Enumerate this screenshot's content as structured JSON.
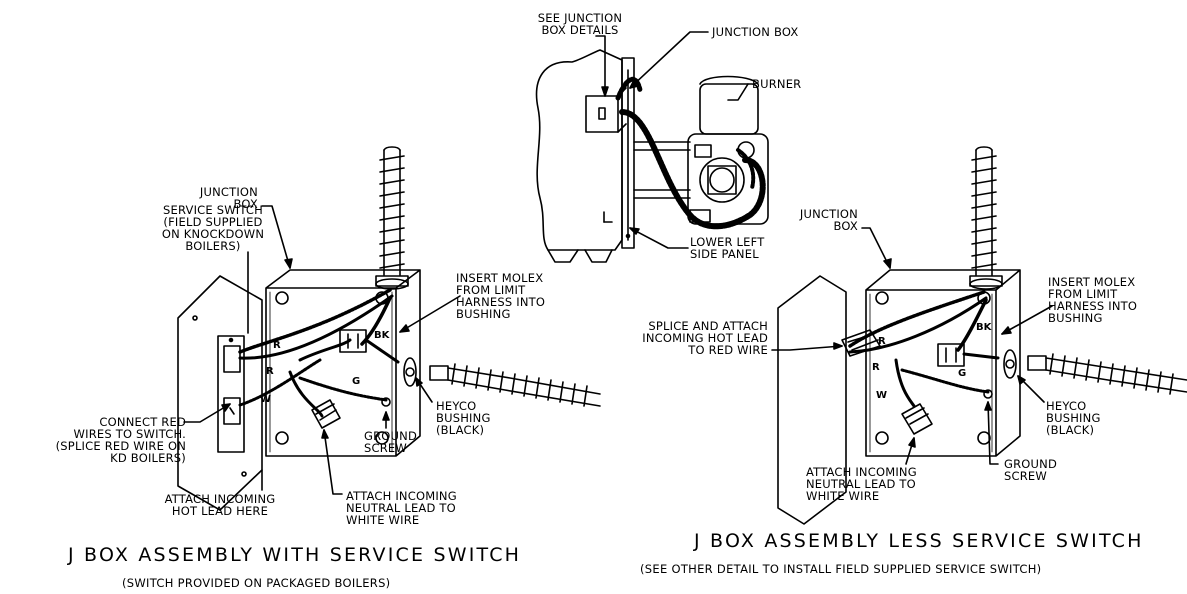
{
  "top_view": {
    "see_details": "SEE JUNCTION\nBOX DETAILS",
    "junction_box": "JUNCTION BOX",
    "burner": "BURNER",
    "lower_left_panel": "LOWER LEFT\nSIDE PANEL"
  },
  "left_assembly": {
    "junction_box": "JUNCTION\nBOX",
    "service_switch": "SERVICE SWITCH\n(FIELD SUPPLIED\nON KNOCKDOWN\nBOILERS)",
    "insert_molex": "INSERT MOLEX\nFROM LIMIT\nHARNESS INTO\nBUSHING",
    "connect_red": "CONNECT RED\nWIRES TO SWITCH.\n(SPLICE RED WIRE ON\nKD BOILERS)",
    "attach_hot": "ATTACH INCOMING\nHOT LEAD HERE",
    "attach_neutral": "ATTACH INCOMING\nNEUTRAL LEAD TO\nWHITE WIRE",
    "ground_screw": "GROUND\nSCREW",
    "heyco": "HEYCO\nBUSHING\n(BLACK)",
    "wires": {
      "r1": "R",
      "r2": "R",
      "w": "W",
      "g": "G",
      "bk": "BK"
    },
    "title": "J BOX ASSEMBLY WITH SERVICE SWITCH",
    "subtitle": "(SWITCH PROVIDED ON PACKAGED BOILERS)"
  },
  "right_assembly": {
    "junction_box": "JUNCTION\nBOX",
    "insert_molex": "INSERT MOLEX\nFROM LIMIT\nHARNESS INTO\nBUSHING",
    "splice": "SPLICE AND ATTACH\nINCOMING HOT LEAD\nTO RED WIRE",
    "heyco": "HEYCO\nBUSHING\n(BLACK)",
    "ground_screw": "GROUND\nSCREW",
    "attach_neutral": "ATTACH INCOMING\nNEUTRAL LEAD TO\nWHITE WIRE",
    "wires": {
      "r1": "R",
      "r2": "R",
      "w": "W",
      "g": "G",
      "bk": "BK"
    },
    "title": "J BOX ASSEMBLY LESS SERVICE SWITCH",
    "subtitle": "(SEE OTHER DETAIL TO INSTALL FIELD SUPPLIED SERVICE SWITCH)"
  }
}
